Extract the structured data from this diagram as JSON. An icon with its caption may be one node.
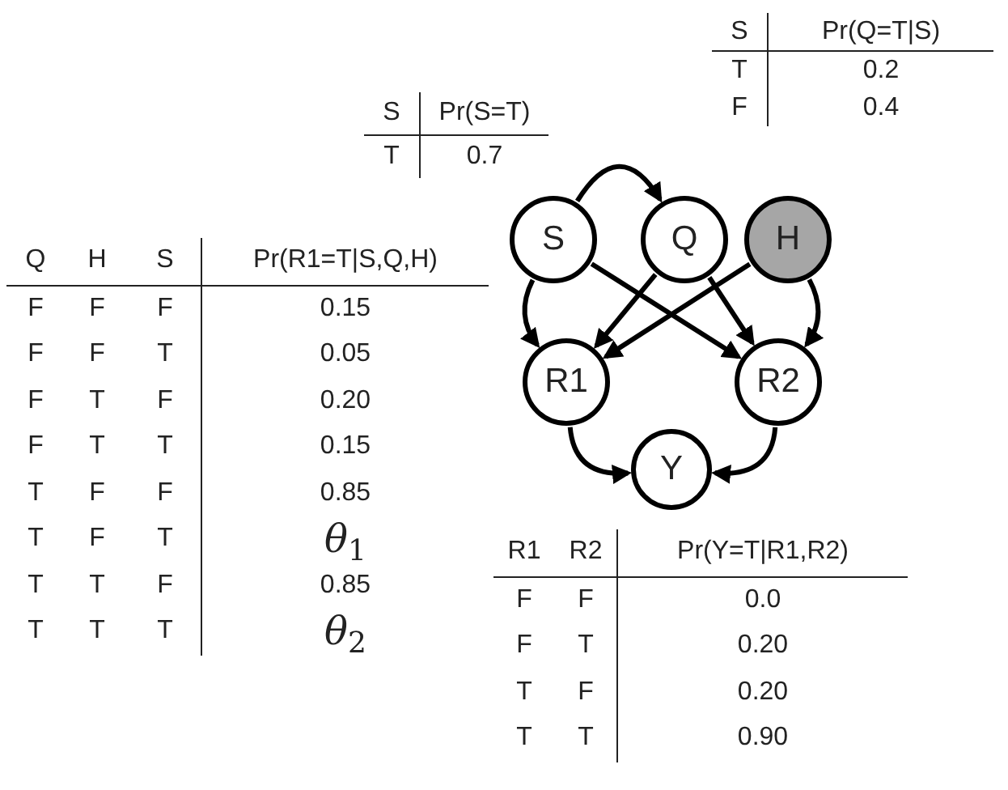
{
  "diagram": {
    "nodes": [
      {
        "text": [
          "S"
        ]
      },
      {
        "text": [
          "Q"
        ]
      },
      {
        "text": [
          "H"
        ]
      },
      {
        "text": [
          "R1"
        ]
      },
      {
        "text": [
          "R2"
        ]
      },
      {
        "text": [
          "Y"
        ]
      }
    ],
    "edges": [
      {
        "from": 0,
        "to": 1,
        "arrow": "to"
      },
      {
        "from": 0,
        "to": 3,
        "arrow": "to"
      },
      {
        "from": 0,
        "to": 4,
        "arrow": "to"
      },
      {
        "from": 1,
        "to": 3,
        "arrow": "to"
      },
      {
        "from": 1,
        "to": 4,
        "arrow": "to"
      },
      {
        "from": 2,
        "to": 3,
        "arrow": "to"
      },
      {
        "from": 2,
        "to": 4,
        "arrow": "to"
      },
      {
        "from": 3,
        "to": 5,
        "arrow": "to"
      },
      {
        "from": 4,
        "to": 5,
        "arrow": "to"
      }
    ],
    "labels": [
      "S",
      "Pr(Q=T|S)",
      "T",
      "0.2",
      "S",
      "Pr(S=T)",
      "F",
      "0.4",
      "T",
      "0.7",
      "Q",
      "H",
      "S",
      "Pr(R1=T|S,Q,H)",
      "F",
      "F",
      "F",
      "0.15",
      "F",
      "F",
      "T",
      "0.05",
      "F",
      "T",
      "F",
      "0.20",
      "F",
      "T",
      "T",
      "0.15",
      "T",
      "F",
      "F",
      "0.85",
      "T",
      "F",
      "T",
      "*θ*$_{1}$",
      "T",
      "T",
      "F",
      "0.85",
      "T",
      "T",
      "T",
      "*θ*$_{2}$",
      "R1",
      "R2",
      "Pr(Y=T|R1,R2)",
      "F",
      "F",
      "0.0",
      "F",
      "T",
      "0.20",
      "T",
      "F",
      "0.20",
      "T",
      "T",
      "0.90"
    ]
  }
}
